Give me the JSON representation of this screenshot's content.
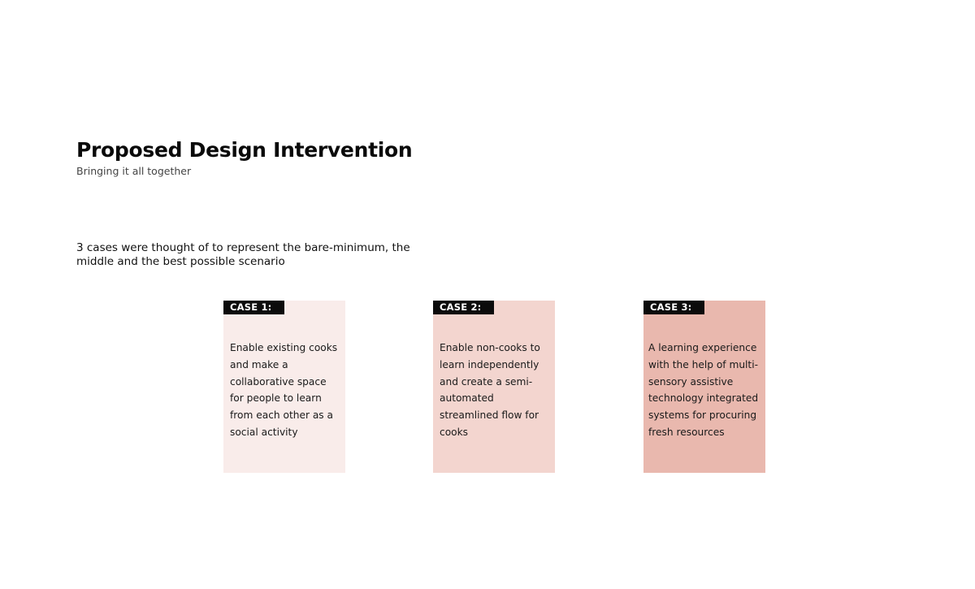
{
  "header": {
    "title": "Proposed Design Intervention",
    "subtitle": "Bringing it all together"
  },
  "intro": "3 cases were thought of to represent the bare-minimum, the middle and the best possible scenario",
  "cases": [
    {
      "label": "CASE 1:",
      "description": "Enable existing cooks and make a collaborative space for people to learn from each other as a social activity",
      "color": "#f9ecea"
    },
    {
      "label": "CASE 2:",
      "description": "Enable non-cooks to learn independently and create a semi-automated streamlined flow for cooks",
      "color": "#f3d5cf"
    },
    {
      "label": "CASE 3:",
      "description": "A learning experience with the help of multi-sensory assistive technology integrated systems for procuring fresh resources",
      "color": "#e9b8ae"
    }
  ]
}
